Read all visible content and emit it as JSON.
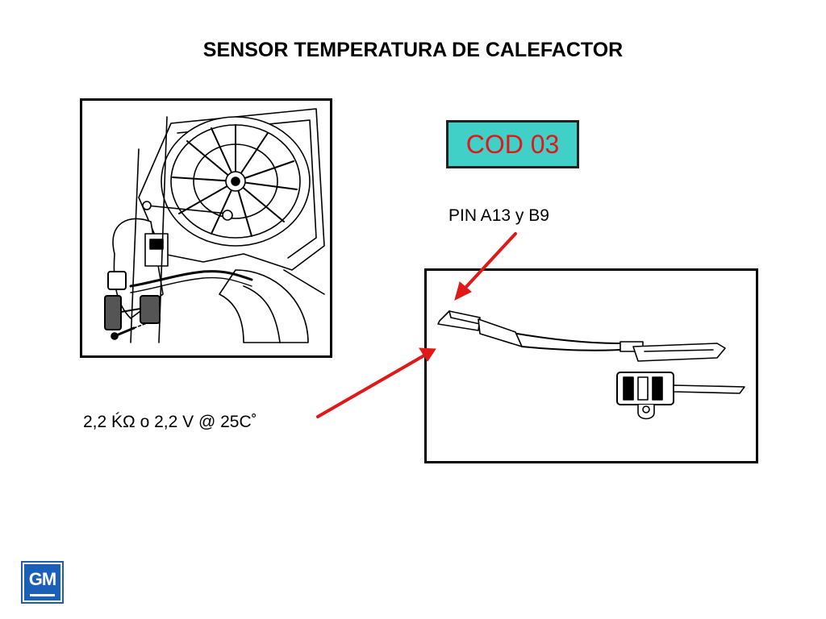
{
  "title": "SENSOR TEMPERATURA DE CALEFACTOR",
  "code_label": "COD 03",
  "pin_label": "PIN A13 y B9",
  "spec_label": "2,2 ḰΩ o 2,2 V @  25C˚",
  "logo_text": "GM",
  "colors": {
    "code_box_fill": "#40d0c8",
    "code_text": "#e01818",
    "arrow": "#e01818",
    "logo_blue": "#1a5fb8"
  }
}
